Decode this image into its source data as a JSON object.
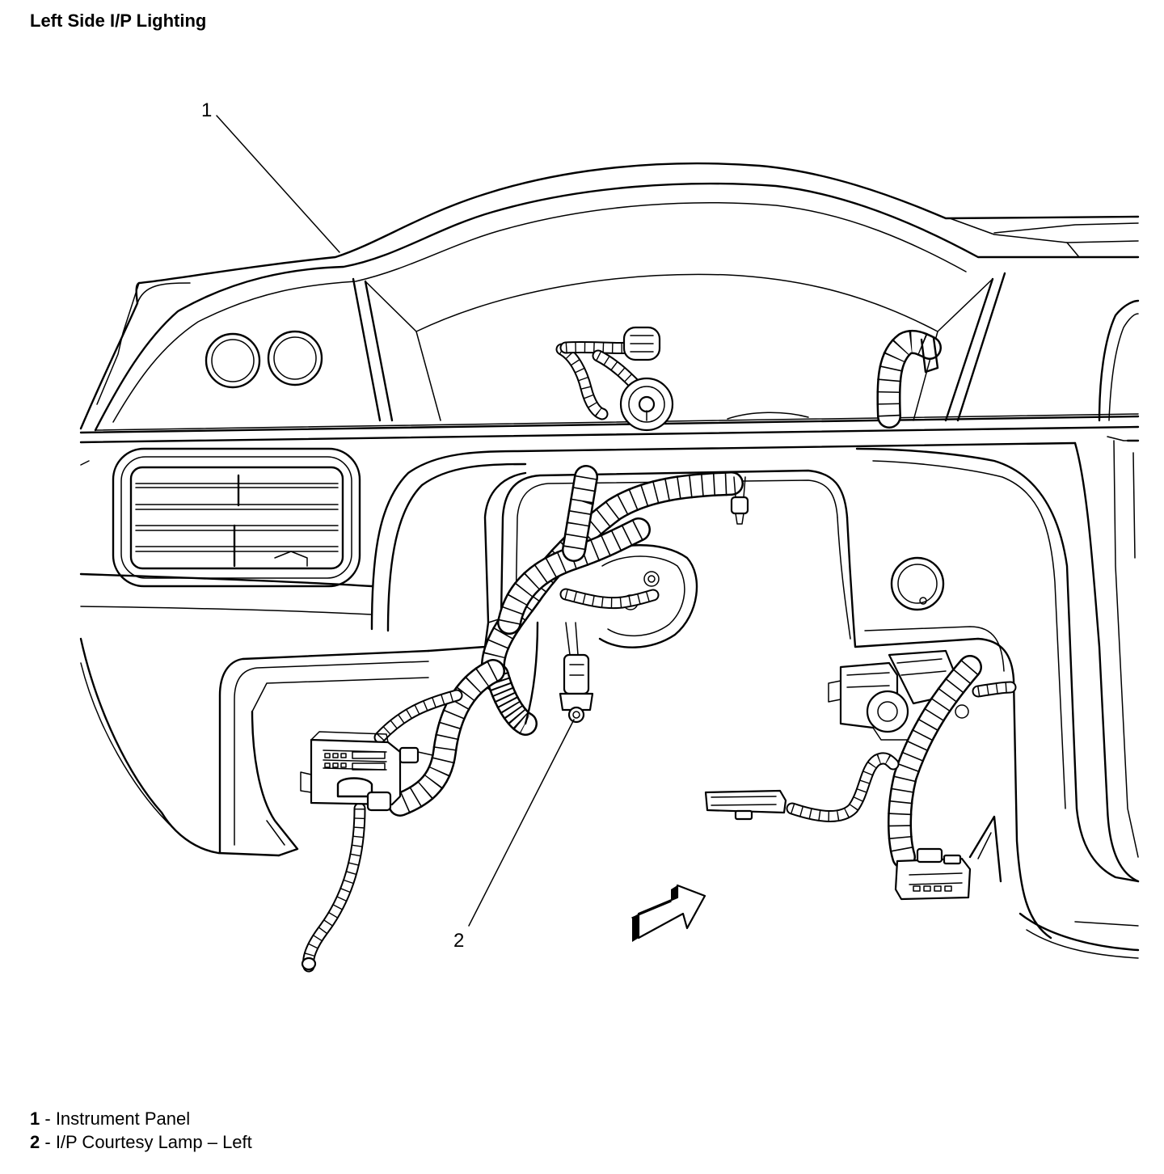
{
  "title": "Left Side I/P Lighting",
  "callouts": [
    {
      "number": "1"
    },
    {
      "number": "2"
    }
  ],
  "legend": [
    {
      "number": "1",
      "separator": " - ",
      "label": "Instrument Panel"
    },
    {
      "number": "2",
      "separator": " - ",
      "label": "I/P Courtesy Lamp – Left"
    }
  ],
  "icons": {
    "direction_arrow": "forward-arrow-icon"
  }
}
